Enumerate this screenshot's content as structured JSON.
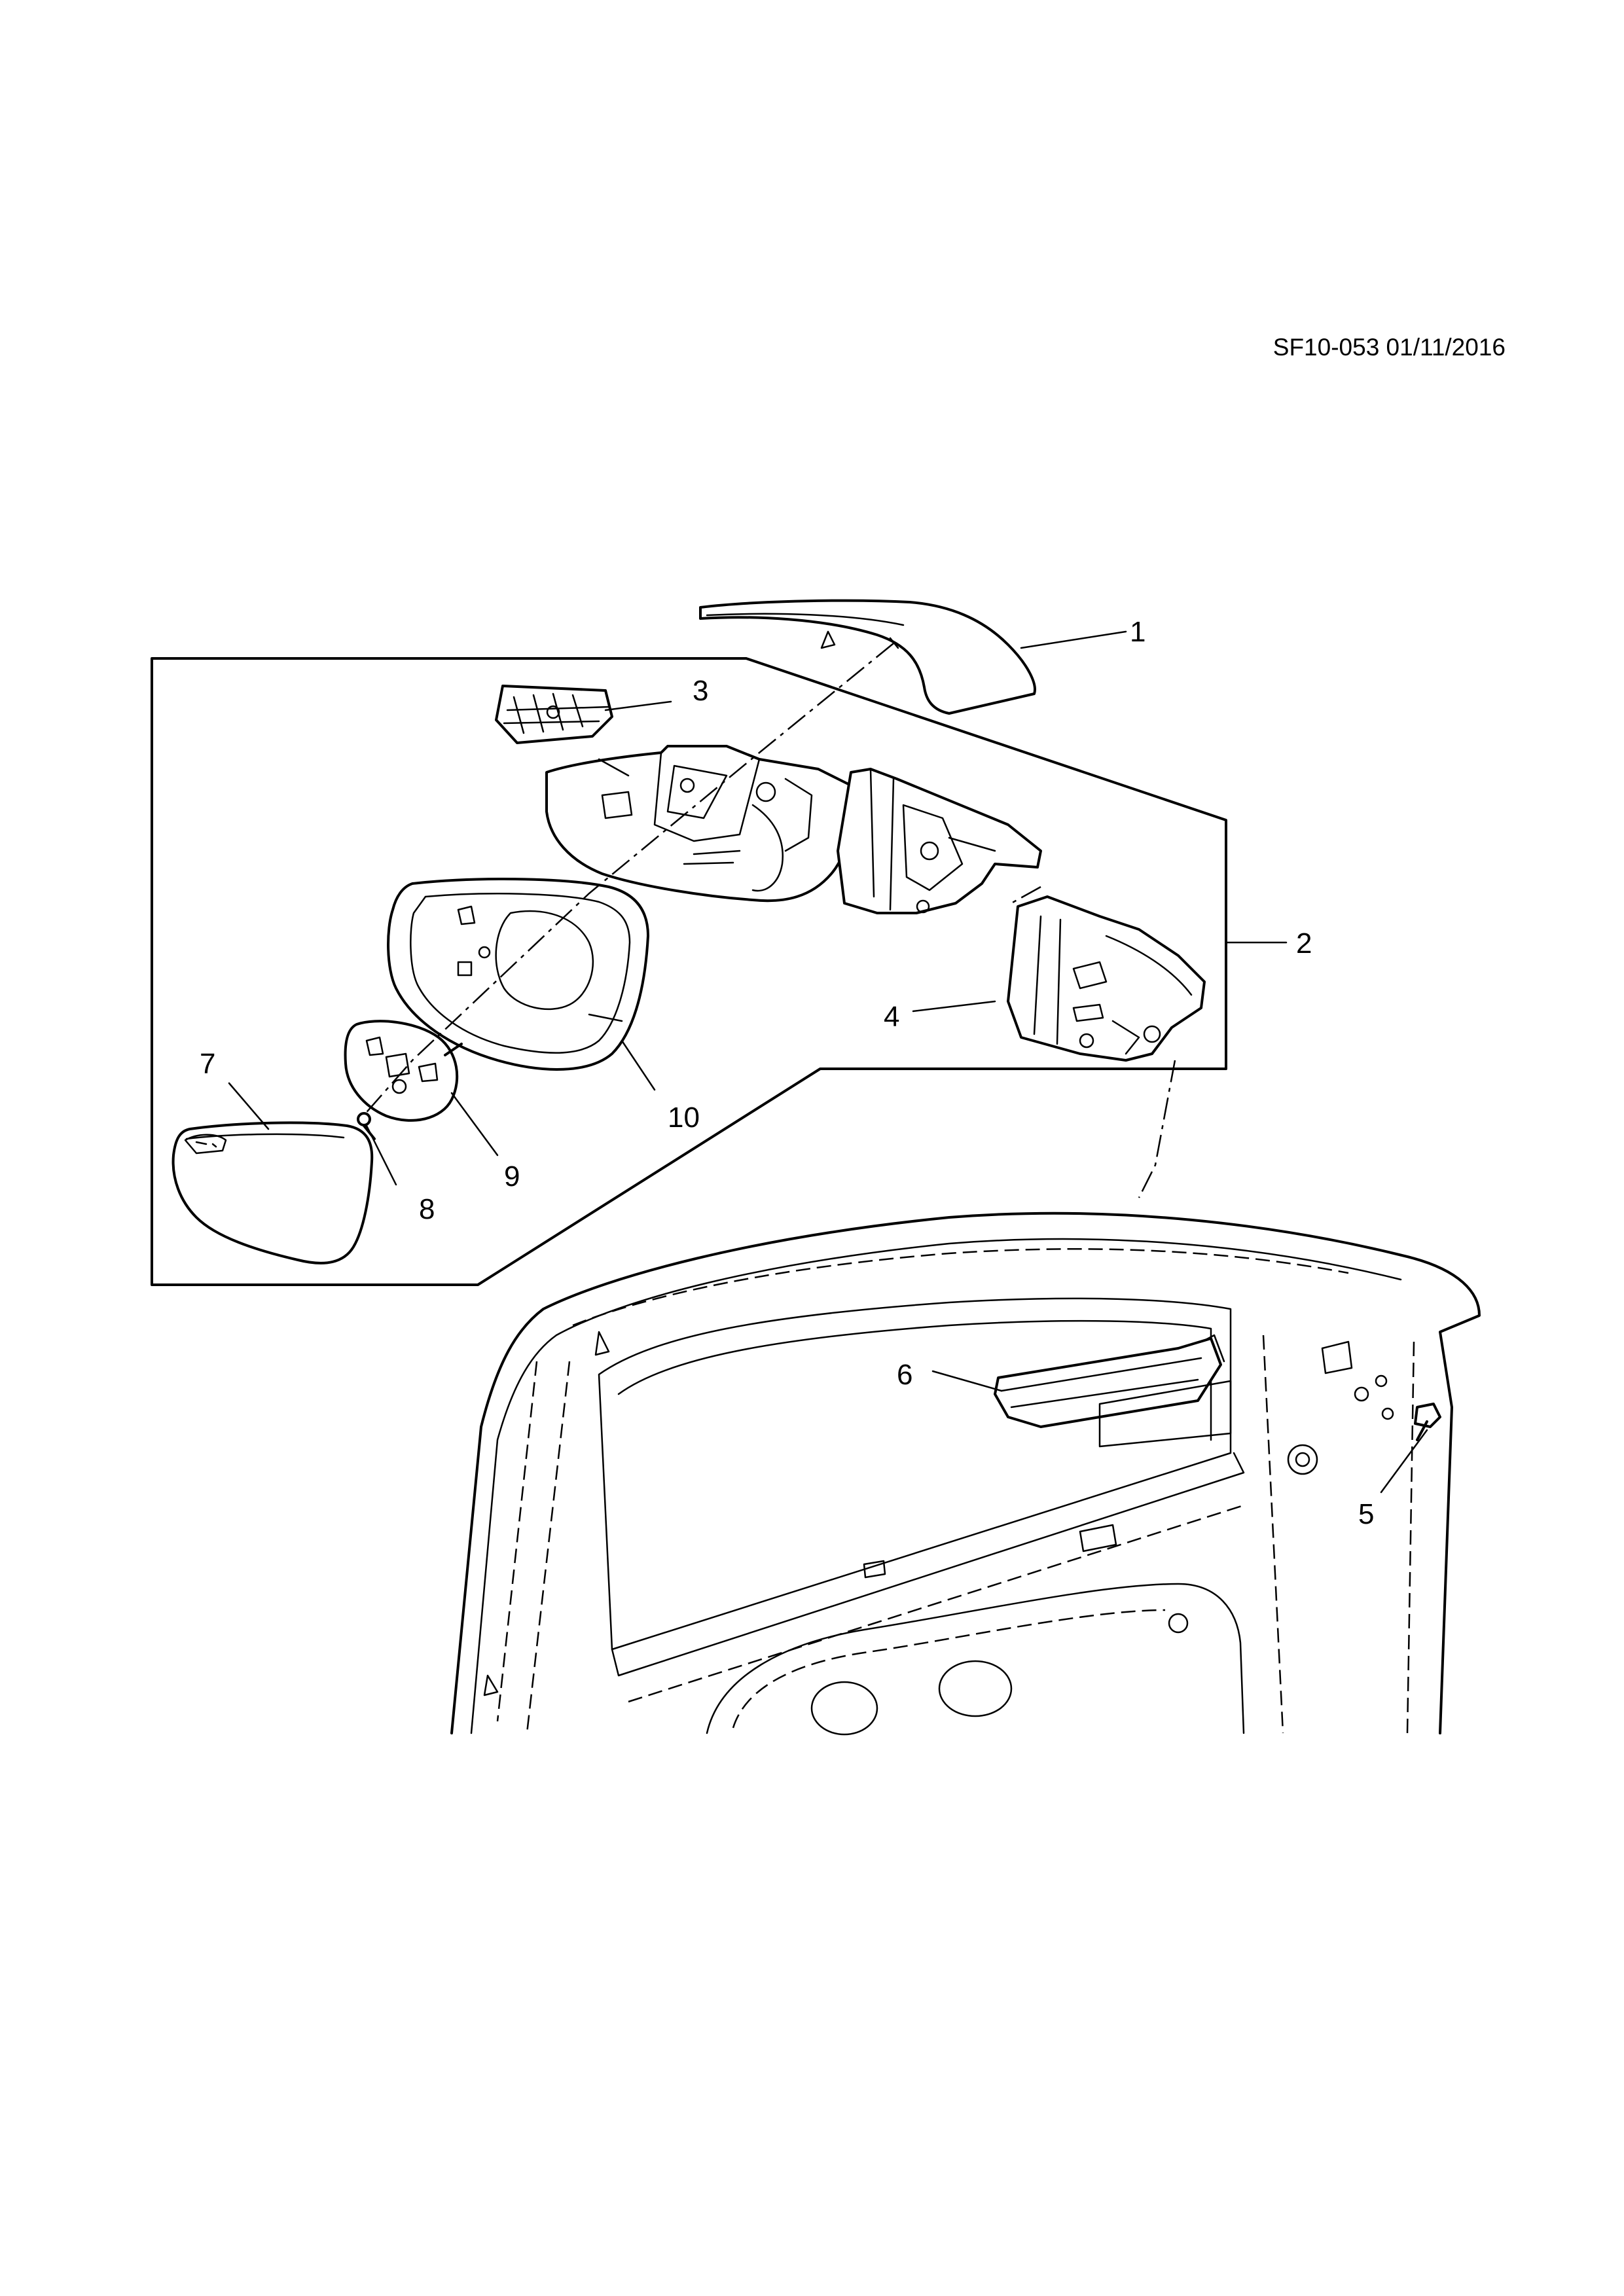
{
  "header": {
    "drawing_code": "SF10-053 01/11/2016"
  },
  "callouts": [
    "1",
    "2",
    "3",
    "4",
    "5",
    "6",
    "7",
    "8",
    "9",
    "10"
  ]
}
